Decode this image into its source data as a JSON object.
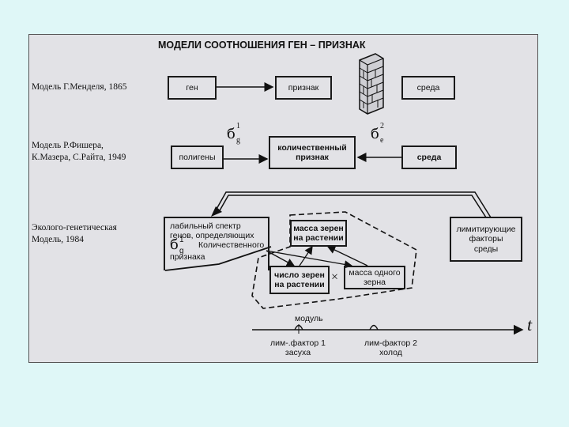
{
  "title": "МОДЕЛИ СООТНОШЕНИЯ ГЕН – ПРИЗНАК",
  "rows": {
    "mendel": {
      "label": "Модель Г.Менделя, 1865",
      "gene": "ген",
      "trait": "признак",
      "env": "среда"
    },
    "fisher": {
      "label_line1": "Модель Р.Фишера,",
      "label_line2": "К.Мазера, С.Райта, 1949",
      "sigma_g_sup": "1",
      "sigma_g_sub": "g",
      "sigma_e_sup": "2",
      "sigma_e_sub": "e",
      "polygenes": "полигены",
      "quant_trait_line1": "количественный",
      "quant_trait_line2": "признак",
      "env": "среда"
    },
    "eco": {
      "label_line1": "Эколого-генетическая",
      "label_line2": "Модель, 1984",
      "spectrum_line1": "лабильный спектр",
      "spectrum_line2": "генов, определяющих",
      "spectrum_line3": "Количественного",
      "spectrum_line4": "признака",
      "sigma_sup": "1",
      "sigma_sub": "g",
      "limiting_line1": "лимитирующие",
      "limiting_line2": "факторы",
      "limiting_line3": "среды",
      "mass_grain_line1": "масса зерен",
      "mass_grain_line2": "на растении",
      "num_grain_line1": "число зерен",
      "num_grain_line2": "на растении",
      "mass_one_line1": "масса одного",
      "mass_one_line2": "зерна",
      "cross": "×",
      "module": "модуль",
      "time": "t",
      "lim1_line1": "лим-.фактор 1",
      "lim1_line2": "засуха",
      "lim2_line1": "лим-фактор 2",
      "lim2_line2": "холод"
    }
  }
}
